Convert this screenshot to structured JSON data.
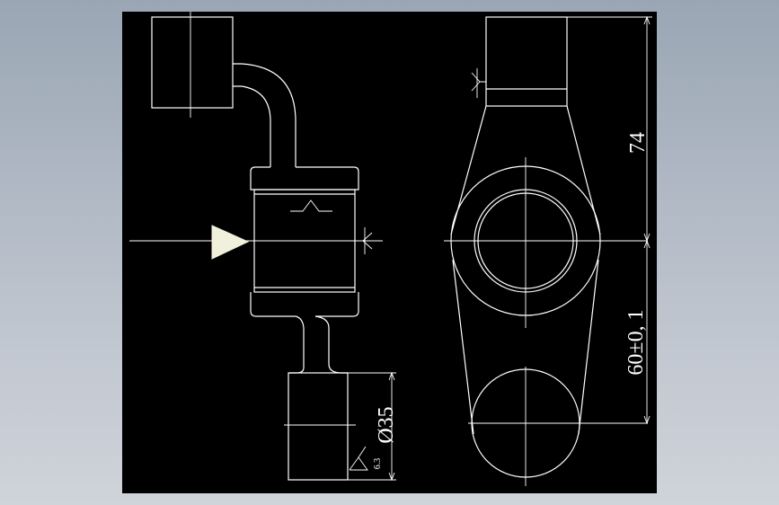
{
  "drawing": {
    "background_color": "#000000",
    "line_color": "#ffffff",
    "marker_color": "#f0f0dc"
  },
  "dimensions": {
    "overall_length": "74",
    "center_distance": "60±0, 1",
    "pin_diameter": "Ø35",
    "roughness": "6.3"
  },
  "markers": {
    "locating_arrow": "filled-triangle-arrow-icon"
  }
}
